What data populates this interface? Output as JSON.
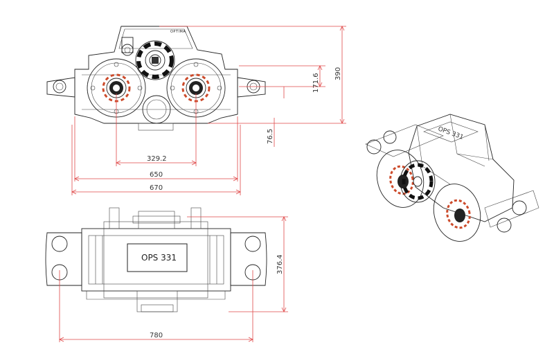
{
  "front_view": {
    "logo": "OPTIMA",
    "dimensions": {
      "gear_spacing": "329.2",
      "housing_width": "650",
      "overall_width": "670",
      "shaft_height": "171.6",
      "total_height": "390",
      "bottom_offset": "76.5"
    }
  },
  "top_view": {
    "model_label": "OPS 331",
    "dimensions": {
      "mount_width": "780",
      "depth": "376.4"
    }
  },
  "iso_view": {
    "model_label": "OPS 331"
  },
  "colors": {
    "dimension_line": "#e04848",
    "drawing_line": "#222222",
    "dimension_text": "#333333",
    "background": "#ffffff"
  }
}
